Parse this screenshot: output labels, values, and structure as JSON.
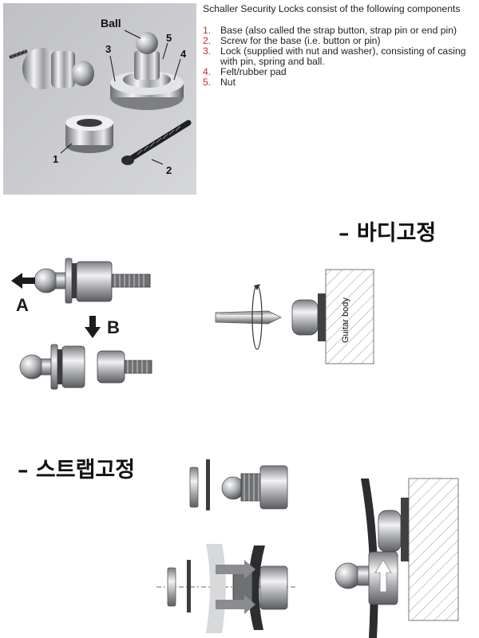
{
  "photo": {
    "ball_label": "Ball",
    "callouts": [
      "1",
      "2",
      "3",
      "4",
      "5"
    ]
  },
  "components": {
    "intro": "Schaller Security Locks consist of the following components",
    "items": [
      {
        "num": "1.",
        "text": "Base (also called the strap button, strap pin or end pin)"
      },
      {
        "num": "2.",
        "text": "Screw for the base (i.e. button or pin)"
      },
      {
        "num": "3.",
        "text": "Lock (supplied with nut and washer), consisting of casing with pin, spring and ball."
      },
      {
        "num": "4.",
        "text": "Felt/rubber pad"
      },
      {
        "num": "5.",
        "text": "Nut"
      }
    ],
    "number_color": "#d0262a"
  },
  "body_section": {
    "heading": "– 바디고정",
    "label_a": "A",
    "label_b": "B",
    "guitar_body_label": "Guitar body"
  },
  "strap_section": {
    "heading": "– 스트랩고정"
  }
}
